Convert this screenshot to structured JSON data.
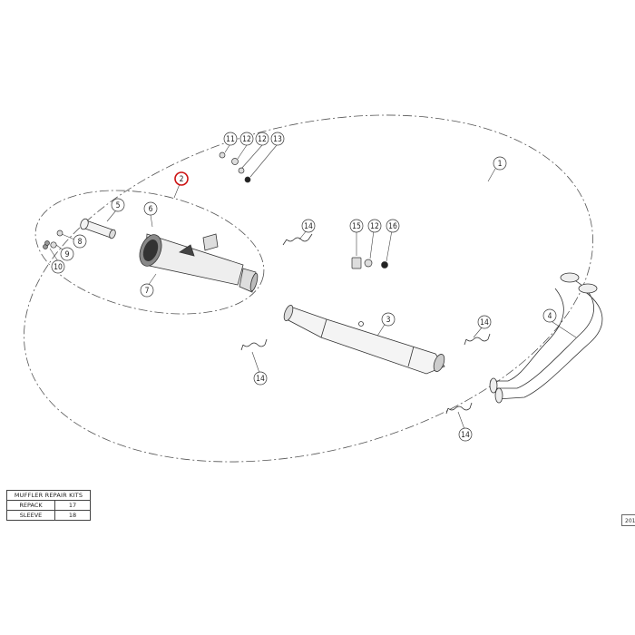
{
  "callouts": {
    "c1": "1",
    "c2": "2",
    "c3": "3",
    "c4": "4",
    "c5": "5",
    "c6": "6",
    "c7": "7",
    "c8": "8",
    "c9": "9",
    "c10": "10",
    "c11": "11",
    "c12a": "12",
    "c12b": "12",
    "c13": "13",
    "c14a": "14",
    "c14b": "14",
    "c14c": "14",
    "c14d": "14",
    "c15": "15",
    "c12c": "12",
    "c16": "16"
  },
  "highlight_color": "#cc1111",
  "table": {
    "title": "MUFFLER REPAIR KITS",
    "rows": [
      {
        "name": "REPACK",
        "value": "17"
      },
      {
        "name": "SLEEVE",
        "value": "18"
      }
    ]
  },
  "sheet_code": "201"
}
